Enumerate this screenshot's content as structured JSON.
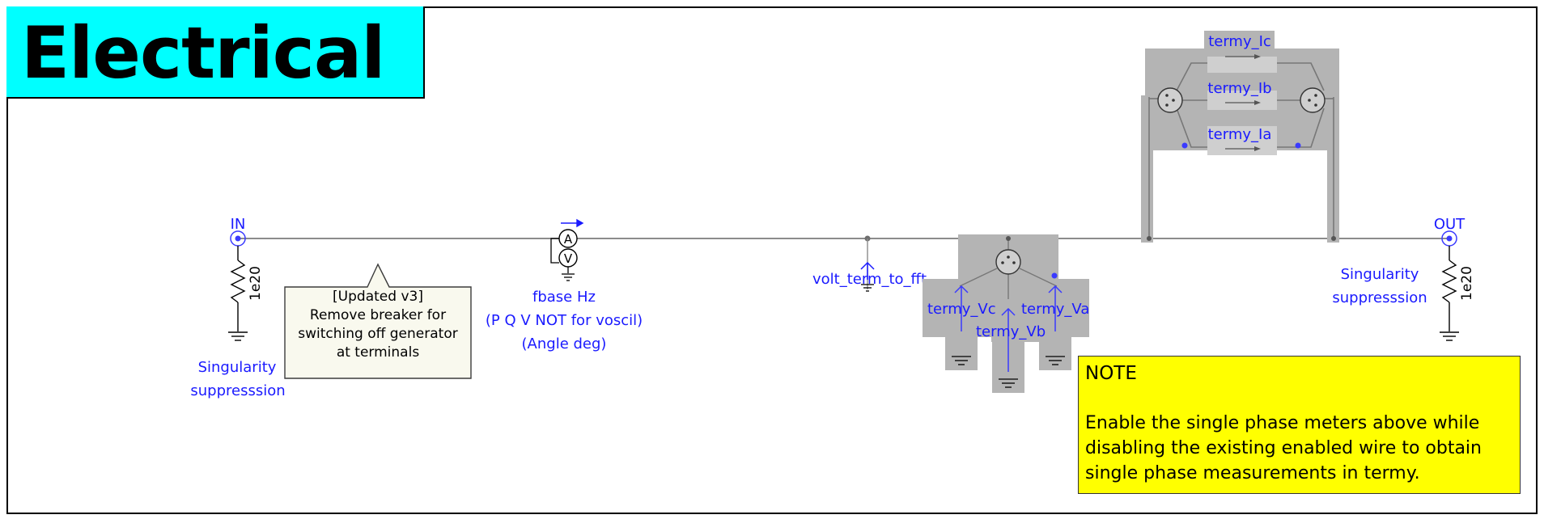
{
  "title": "Electrical",
  "colors": {
    "title_bg": "#00ffff",
    "label": "#1a1aff",
    "note_bg": "#ffff00",
    "highlight": "#b4b4b4"
  },
  "ports": {
    "in_label": "IN",
    "out_label": "OUT"
  },
  "resistors": {
    "left_value": "1e20",
    "right_value": "1e20",
    "left_caption": [
      "Singularity",
      "suppresssion"
    ],
    "right_caption": [
      "Singularity",
      "suppresssion"
    ]
  },
  "callout": {
    "line1": "[Updated v3]",
    "line2": "Remove breaker for",
    "line3": "switching off generator",
    "line4": "at terminals"
  },
  "meter": {
    "ammeter_symbol": "A",
    "voltmeter_symbol": "V",
    "line1": "fbase Hz",
    "line2": "(P Q V NOT for voscil)",
    "line3": "(Angle deg)"
  },
  "fft_node": {
    "label": "volt_term_to_fft"
  },
  "voltage_meters": {
    "va": "termy_Va",
    "vb": "termy_Vb",
    "vc": "termy_Vc"
  },
  "current_meters": {
    "ic": "termy_Ic",
    "ib": "termy_Ib",
    "ia": "termy_Ia"
  },
  "note": {
    "title": "NOTE",
    "body": "Enable the single phase meters above while disabling the existing enabled wire to obtain single phase measurements in termy."
  }
}
